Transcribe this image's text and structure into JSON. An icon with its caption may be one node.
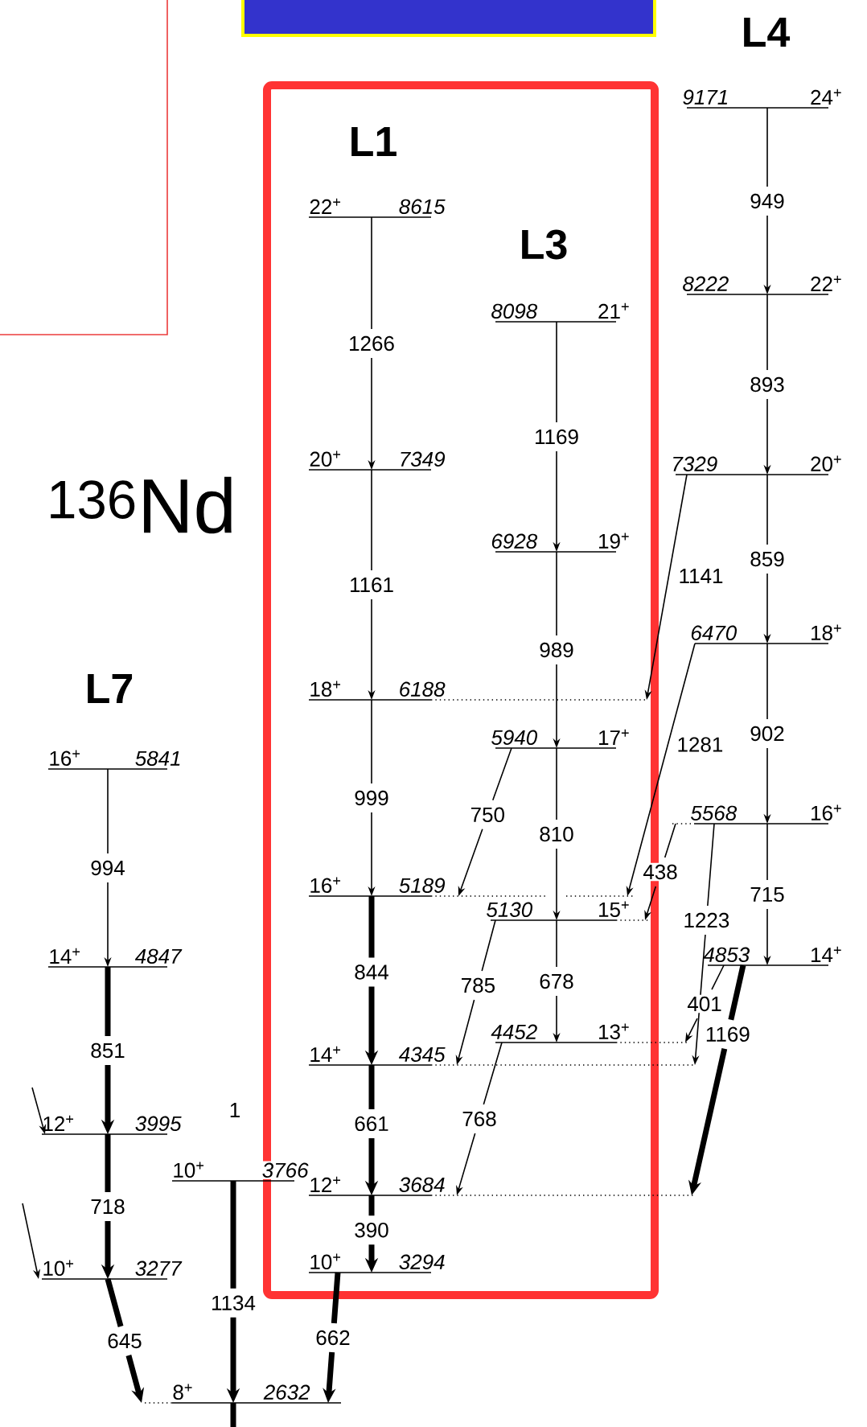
{
  "diagram": {
    "nodes": [
      {
        "text": [
          "9171",
          "24$^{+}$"
        ]
      },
      {
        "text": [
          "22$^{+}$",
          "8615"
        ]
      },
      {
        "text": [
          "8222",
          "22$^{+}$"
        ]
      },
      {
        "text": [
          "8098",
          "21$^{+}$"
        ]
      },
      {
        "text": [
          "20$^{+}$",
          "7349"
        ]
      },
      {
        "text": [
          "7329",
          "20$^{+}$"
        ]
      },
      {
        "text": [
          "6928",
          "19$^{+}$"
        ]
      },
      {
        "text": [
          "6470",
          "18$^{+}$"
        ]
      },
      {
        "text": [
          "18$^{+}$",
          "6188"
        ]
      },
      {
        "text": [
          "5940",
          "17$^{+}$"
        ]
      },
      {
        "text": [
          "16$^{+}$",
          "5841"
        ]
      },
      {
        "text": [
          "5568",
          "16$^{+}$"
        ]
      },
      {
        "text": [
          "16$^{+}$",
          "5189"
        ]
      },
      {
        "text": [
          "5130",
          "15$^{+}$"
        ]
      },
      {
        "text": [
          "4853",
          "14$^{+}$"
        ]
      },
      {
        "text": [
          "14$^{+}$",
          "4847"
        ]
      },
      {
        "text": [
          "4452",
          "13$^{+}$"
        ]
      },
      {
        "text": [
          "14$^{+}$",
          "4345"
        ]
      },
      {
        "text": [
          "12$^{+}$",
          "3995"
        ]
      },
      {
        "text": [
          "10$^{+}$",
          "3766"
        ]
      },
      {
        "text": [
          "12$^{+}$",
          "3684"
        ]
      },
      {
        "text": [
          "10$^{+}$",
          "3294"
        ]
      },
      {
        "text": [
          "10$^{+}$",
          "3277"
        ]
      },
      {
        "text": [
          "8$^{+}$",
          "2632"
        ]
      },
      {
        "text": [],
        "shape": "box"
      }
    ],
    "edges": [
      {
        "from": 1,
        "to": 4,
        "arrow": "to",
        "label": "1266"
      },
      {
        "from": 4,
        "to": 8,
        "arrow": "to",
        "label": "1161"
      },
      {
        "from": 8,
        "to": 12,
        "arrow": "to",
        "label": "999"
      },
      {
        "from": 12,
        "to": 17,
        "arrow": "to",
        "label": "844",
        "style": "thick"
      },
      {
        "from": 17,
        "to": 20,
        "arrow": "to",
        "label": "661",
        "style": "thick"
      },
      {
        "from": 20,
        "to": 21,
        "arrow": "to",
        "label": "390",
        "style": "thick"
      },
      {
        "from": 3,
        "to": 6,
        "arrow": "to",
        "label": "1169"
      },
      {
        "from": 6,
        "to": 9,
        "arrow": "to",
        "label": "989"
      },
      {
        "from": 9,
        "to": 13,
        "arrow": "to",
        "label": "810"
      },
      {
        "from": 13,
        "to": 16,
        "arrow": "to",
        "label": "678"
      },
      {
        "from": 9,
        "to": 12,
        "arrow": "to",
        "label": "750"
      },
      {
        "from": 13,
        "to": 17,
        "arrow": "to",
        "label": "785"
      },
      {
        "from": 16,
        "to": 20,
        "arrow": "to",
        "label": "768"
      },
      {
        "from": 0,
        "to": 2,
        "arrow": "to",
        "label": "949"
      },
      {
        "from": 2,
        "to": 5,
        "arrow": "to",
        "label": "893"
      },
      {
        "from": 5,
        "to": 7,
        "arrow": "to",
        "label": "859"
      },
      {
        "from": 7,
        "to": 11,
        "arrow": "to",
        "label": "902"
      },
      {
        "from": 11,
        "to": 14,
        "arrow": "to",
        "label": "715"
      },
      {
        "from": 5,
        "to": 8,
        "arrow": "to",
        "label": "1141"
      },
      {
        "from": 7,
        "to": 12,
        "arrow": "to",
        "label": "1281"
      },
      {
        "from": 11,
        "to": 13,
        "arrow": "to",
        "label": "438"
      },
      {
        "from": 11,
        "to": 17,
        "arrow": "to",
        "label": "1223"
      },
      {
        "from": 14,
        "to": 16,
        "arrow": "to",
        "label": "401"
      },
      {
        "from": 14,
        "to": 20,
        "arrow": "to",
        "label": "1169",
        "style": "thick"
      },
      {
        "from": 10,
        "to": 15,
        "arrow": "to",
        "label": "994"
      },
      {
        "from": 15,
        "to": 18,
        "arrow": "to",
        "label": "851",
        "style": "thick"
      },
      {
        "from": 18,
        "to": 22,
        "arrow": "to",
        "label": "718",
        "style": "thick"
      },
      {
        "from": 22,
        "to": 23,
        "arrow": "to",
        "label": "645",
        "style": "thick"
      },
      {
        "from": 19,
        "to": 23,
        "arrow": "to",
        "label": "1134",
        "style": "thick"
      },
      {
        "from": 21,
        "to": 23,
        "arrow": "to",
        "label": "662",
        "style": "thick"
      },
      {
        "from": null,
        "to": 18,
        "arrow": "to"
      },
      {
        "from": null,
        "to": 22,
        "arrow": "to"
      },
      {
        "from": 23,
        "to": null,
        "arrow": "none",
        "style": "thick"
      }
    ],
    "labels": [
      "L4",
      "L1",
      "L3",
      "$^{136}$Nd",
      "L7",
      "1"
    ]
  }
}
